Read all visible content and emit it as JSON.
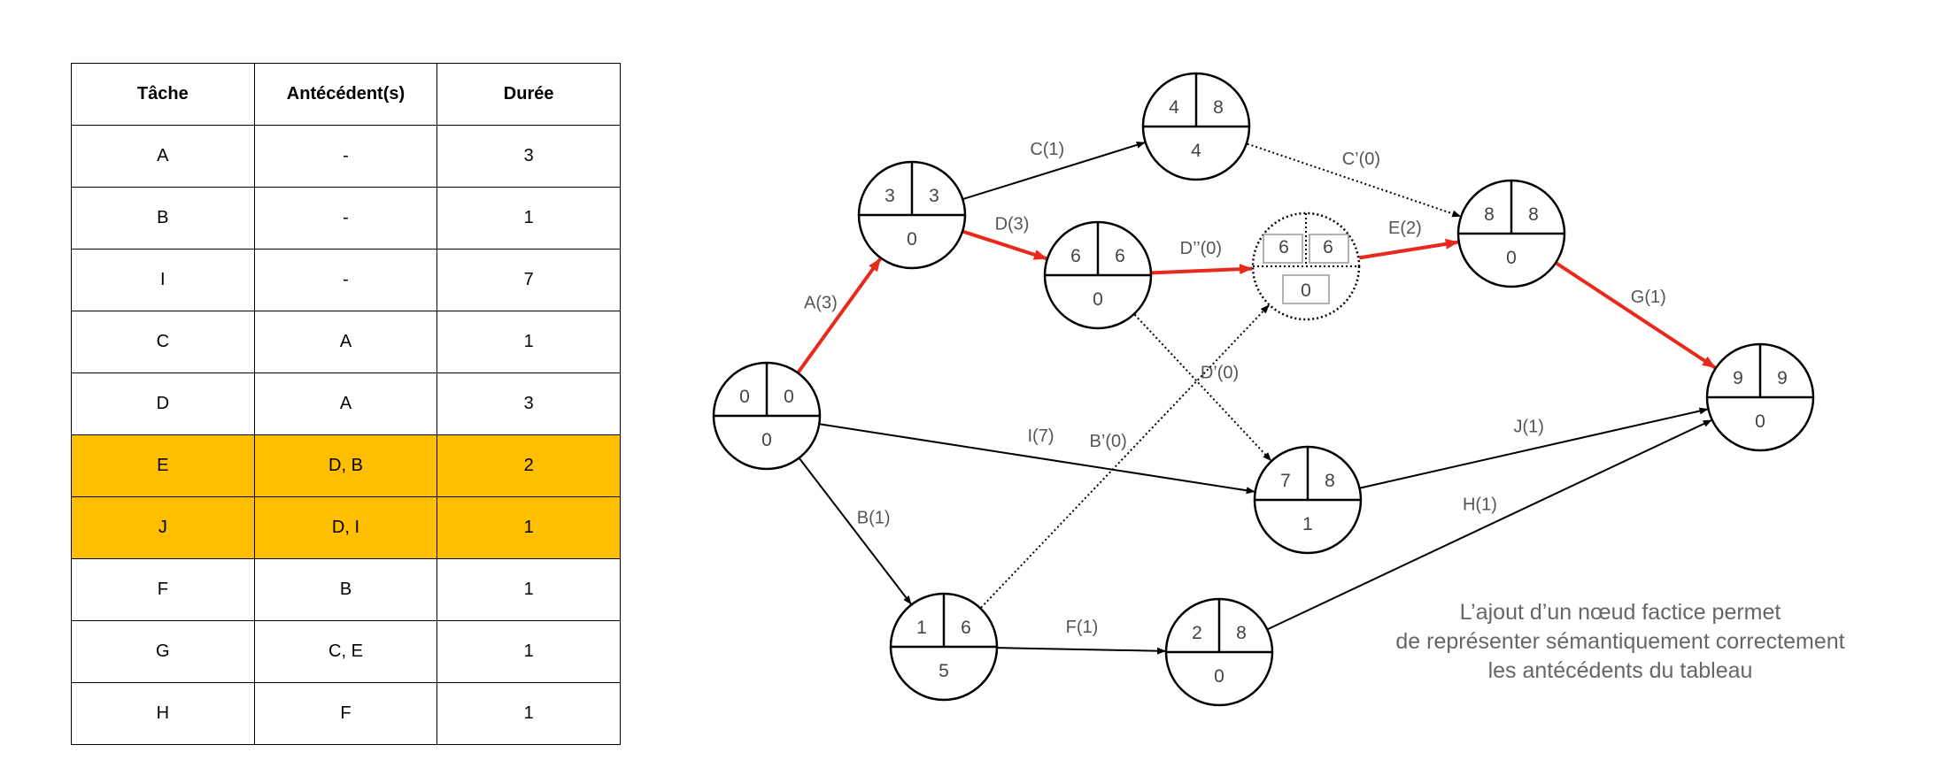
{
  "table": {
    "headers": [
      "Tâche",
      "Antécédent(s)",
      "Durée"
    ],
    "rows": [
      {
        "task": "A",
        "pred": "-",
        "dur": "3",
        "highlight": false
      },
      {
        "task": "B",
        "pred": "-",
        "dur": "1",
        "highlight": false
      },
      {
        "task": "I",
        "pred": "-",
        "dur": "7",
        "highlight": false
      },
      {
        "task": "C",
        "pred": "A",
        "dur": "1",
        "highlight": false
      },
      {
        "task": "D",
        "pred": "A",
        "dur": "3",
        "highlight": false
      },
      {
        "task": "E",
        "pred": "D, B",
        "dur": "2",
        "highlight": true
      },
      {
        "task": "J",
        "pred": "D, I",
        "dur": "1",
        "highlight": true
      },
      {
        "task": "F",
        "pred": "B",
        "dur": "1",
        "highlight": false
      },
      {
        "task": "G",
        "pred": "C, E",
        "dur": "1",
        "highlight": false
      },
      {
        "task": "H",
        "pred": "F",
        "dur": "1",
        "highlight": false
      }
    ],
    "highlight_color": "#ffbf00"
  },
  "network": {
    "critical_color": "#e8291c",
    "nodes": [
      {
        "id": "n0",
        "early": "0",
        "late": "0",
        "slack": "0"
      },
      {
        "id": "n1",
        "early": "3",
        "late": "3",
        "slack": "0"
      },
      {
        "id": "n2",
        "early": "4",
        "late": "8",
        "slack": "4"
      },
      {
        "id": "n3",
        "early": "6",
        "late": "6",
        "slack": "0"
      },
      {
        "id": "n4",
        "early": "6",
        "late": "6",
        "slack": "0",
        "dummy": true
      },
      {
        "id": "n5",
        "early": "8",
        "late": "8",
        "slack": "0"
      },
      {
        "id": "n6",
        "early": "9",
        "late": "9",
        "slack": "0"
      },
      {
        "id": "n7",
        "early": "7",
        "late": "8",
        "slack": "1"
      },
      {
        "id": "n8",
        "early": "1",
        "late": "6",
        "slack": "5"
      },
      {
        "id": "n9",
        "early": "2",
        "late": "8",
        "slack": "0"
      }
    ],
    "edges": [
      {
        "from": "n0",
        "to": "n1",
        "label": "A(3)",
        "style": "critical"
      },
      {
        "from": "n1",
        "to": "n2",
        "label": "C(1)",
        "style": "solid"
      },
      {
        "from": "n1",
        "to": "n3",
        "label": "D(3)",
        "style": "critical"
      },
      {
        "from": "n2",
        "to": "n5",
        "label": "C’(0)",
        "style": "dotted"
      },
      {
        "from": "n3",
        "to": "n4",
        "label": "D’’(0)",
        "style": "critical"
      },
      {
        "from": "n4",
        "to": "n5",
        "label": "E(2)",
        "style": "critical"
      },
      {
        "from": "n5",
        "to": "n6",
        "label": "G(1)",
        "style": "critical"
      },
      {
        "from": "n3",
        "to": "n7",
        "label": "D’(0)",
        "style": "dotted"
      },
      {
        "from": "n0",
        "to": "n7",
        "label": "I(7)",
        "style": "solid"
      },
      {
        "from": "n7",
        "to": "n6",
        "label": "J(1)",
        "style": "solid"
      },
      {
        "from": "n0",
        "to": "n8",
        "label": "B(1)",
        "style": "solid"
      },
      {
        "from": "n8",
        "to": "n4",
        "label": "B’(0)",
        "style": "dotted"
      },
      {
        "from": "n8",
        "to": "n9",
        "label": "F(1)",
        "style": "solid"
      },
      {
        "from": "n9",
        "to": "n6",
        "label": "H(1)",
        "style": "solid"
      }
    ]
  },
  "note": {
    "lines": [
      "L’ajout d’un nœud factice permet",
      "de représenter sémantiquement correctement",
      "les antécédents du tableau"
    ]
  }
}
